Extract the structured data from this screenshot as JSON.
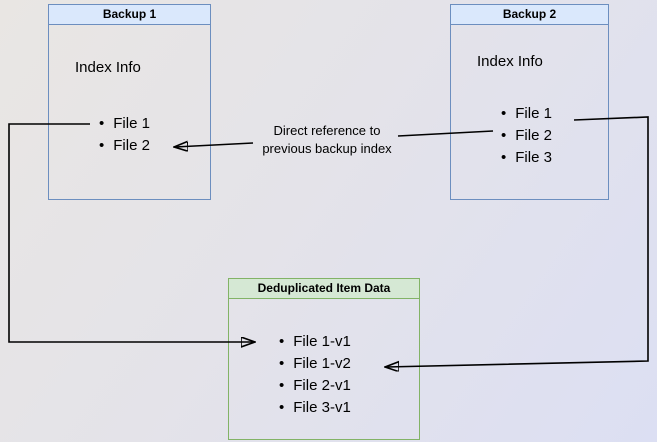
{
  "boxes": {
    "backup1": {
      "title": "Backup 1",
      "label": "Index Info",
      "files": [
        "File 1",
        "File 2"
      ]
    },
    "backup2": {
      "title": "Backup 2",
      "label": "Index Info",
      "files": [
        "File 1",
        "File 2",
        "File 3"
      ]
    },
    "dedup": {
      "title": "Deduplicated Item Data",
      "files": [
        "File 1-v1",
        "File 1-v2",
        "File 2-v1",
        "File 3-v1"
      ]
    }
  },
  "annotation": {
    "text": "Direct reference to previous backup index"
  },
  "edges": [
    {
      "from": "backup1.File 1",
      "to": "dedup.File 1-v1",
      "label": ""
    },
    {
      "from": "backup2.File 2",
      "to": "backup1.File 2",
      "label": "Direct reference to previous backup index"
    },
    {
      "from": "backup2.File 1",
      "to": "dedup.File 1-v2",
      "label": ""
    }
  ],
  "colors": {
    "blue_fill": "#dae8fc",
    "blue_border": "#6c8ebf",
    "green_fill": "#d5e8d4",
    "green_border": "#82b366",
    "line": "#000000",
    "text": "#000000"
  }
}
